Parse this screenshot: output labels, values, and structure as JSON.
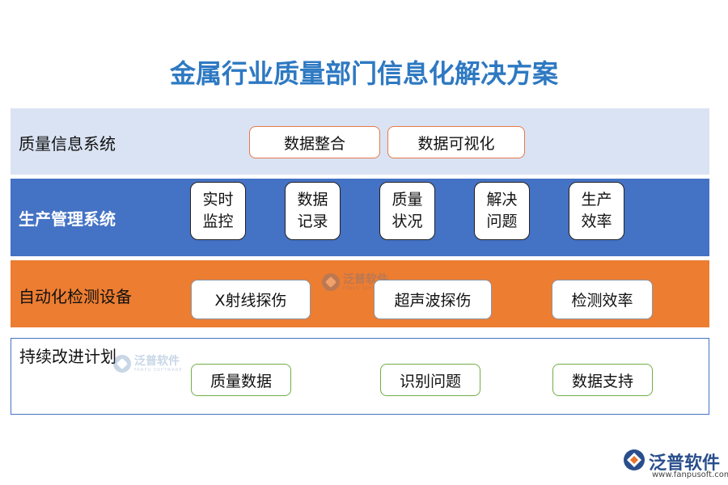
{
  "title": "金属行业质量部门信息化解决方案",
  "bands": [
    {
      "label": "质量信息系统",
      "items": [
        "数据整合",
        "数据可视化"
      ]
    },
    {
      "label": "生产管理系统",
      "items": [
        {
          "line1": "实时",
          "line2": "监控"
        },
        {
          "line1": "数据",
          "line2": "记录"
        },
        {
          "line1": "质量",
          "line2": "状况"
        },
        {
          "line1": "解决",
          "line2": "问题"
        },
        {
          "line1": "生产",
          "line2": "效率"
        }
      ]
    },
    {
      "label": "自动化检测设备",
      "items": [
        "X射线探伤",
        "超声波探伤",
        "检测效率"
      ]
    },
    {
      "label": "持续改进计划",
      "items": [
        "质量数据",
        "识别问题",
        "数据支持"
      ]
    }
  ],
  "watermark": {
    "name": "泛普软件",
    "sub": "FANPU SOFTWARE"
  },
  "logo": {
    "name": "泛普软件",
    "url": "www.fanpusoft.com"
  },
  "colors": {
    "title": "#2e79c2",
    "band1": "#dae3f3",
    "band2": "#4472c4",
    "band3": "#ed7d31",
    "band4_border": "#4472c4",
    "box_border_band1": "#e5794a",
    "box_border_band4": "#70ad47"
  }
}
